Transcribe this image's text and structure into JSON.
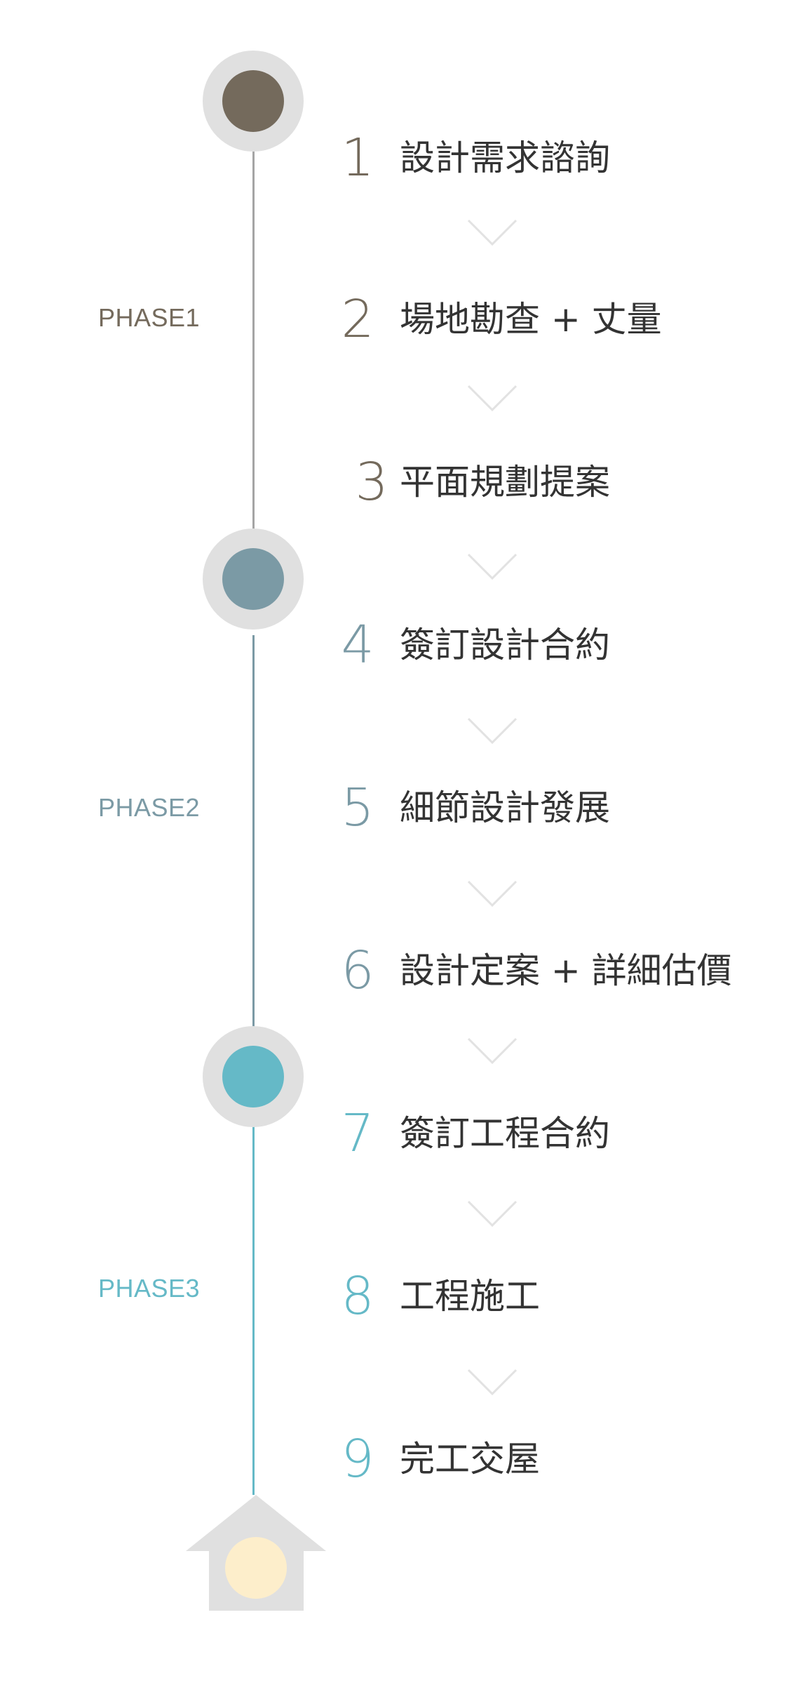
{
  "colors": {
    "phase1": "#746a5c",
    "phase2": "#7b9aa5",
    "phase3": "#65b9c7",
    "node_ring": "#e0e0e0",
    "line1": "#a5a5a5",
    "chevron": "#e2e2e2",
    "house": "#e0e0e0",
    "house_light": "#fdeecb",
    "text": "#333333"
  },
  "phases": [
    {
      "label": "PHASE1"
    },
    {
      "label": "PHASE2"
    },
    {
      "label": "PHASE3"
    }
  ],
  "steps": [
    {
      "number": "1",
      "label": "設計需求諮詢"
    },
    {
      "number": "2",
      "label": "場地勘查 + 丈量"
    },
    {
      "number": "3",
      "label": "平面規劃提案"
    },
    {
      "number": "4",
      "label": "簽訂設計合約"
    },
    {
      "number": "5",
      "label": "細節設計發展"
    },
    {
      "number": "6",
      "label": "設計定案 + 詳細估價"
    },
    {
      "number": "7",
      "label": "簽訂工程合約"
    },
    {
      "number": "8",
      "label": "工程施工"
    },
    {
      "number": "9",
      "label": "完工交屋"
    }
  ],
  "icons": {
    "node": "circle-node-icon",
    "separator": "chevron-down-icon",
    "end": "house-icon"
  }
}
